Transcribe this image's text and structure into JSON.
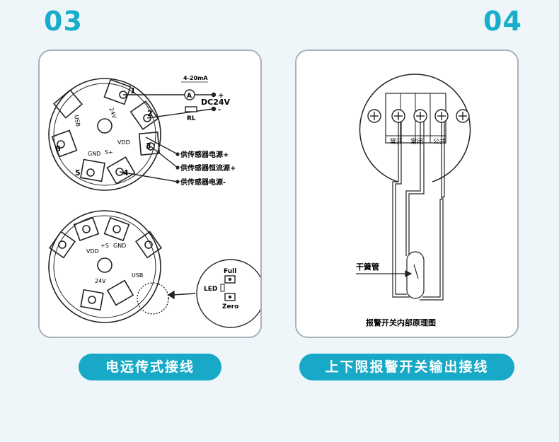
{
  "sections": [
    {
      "number": "03",
      "caption": "电远传式接线",
      "diagram": {
        "loop_current": "4-20mA",
        "ammeter_symbol": "A",
        "supply": "DC24V",
        "plus": "+",
        "minus": "-",
        "resistor": "RL",
        "labels": [
          "供传感器电源+",
          "供传感器恒流源+",
          "供传感器电源-"
        ],
        "terminals_top": [
          "1",
          "2",
          "3",
          "4",
          "5",
          "6"
        ],
        "terminal_marks_top": [
          "24V",
          "GND",
          "S+",
          "VDD",
          "USB"
        ],
        "terminal_marks_bottom": [
          "24V",
          "GND",
          "+S",
          "VDD",
          "USB"
        ],
        "led_label": "LED",
        "full_label": "Full",
        "zero_label": "Zero"
      }
    },
    {
      "number": "04",
      "caption": "上下限报警开关输出接线",
      "diagram": {
        "contact_labels": [
          "常开",
          "常闭",
          "公共"
        ],
        "reed_label": "干簧管",
        "title": "报警开关内部原理图"
      }
    }
  ]
}
